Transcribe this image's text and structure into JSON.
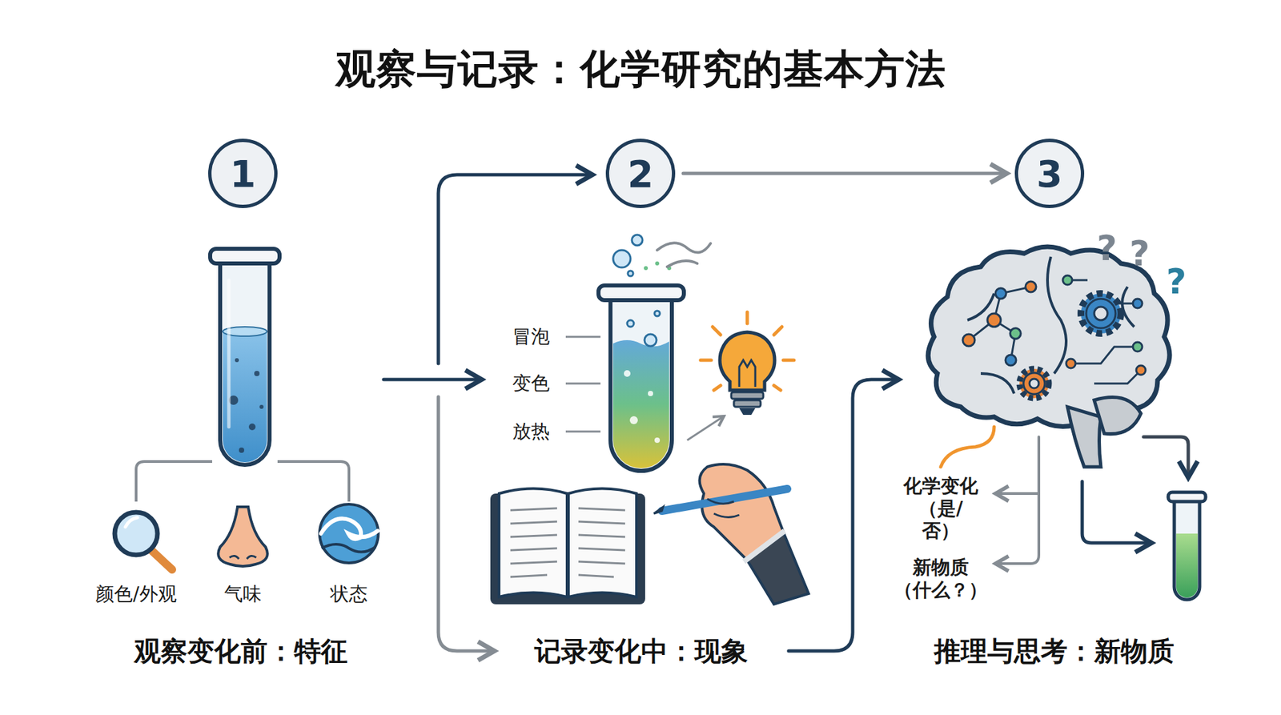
{
  "diagram": {
    "title": "观察与记录：化学研究的基本方法",
    "nodes": [
      {
        "text": [
          "1"
        ]
      },
      {
        "text": [
          "2"
        ]
      },
      {
        "text": [
          "3"
        ]
      }
    ],
    "edges": [
      {
        "from": 1,
        "to": 2,
        "arrow": "to"
      }
    ],
    "labels": [
      "颜色/外观",
      "气味",
      "状态",
      "观察变化前：特征",
      "冒泡",
      "变色",
      "放热",
      "记录变化中：现象",
      "?",
      "?",
      "?",
      "化学变化 （是/否）",
      "新物质 （什么？）",
      "推理与思考：新物质"
    ]
  }
}
